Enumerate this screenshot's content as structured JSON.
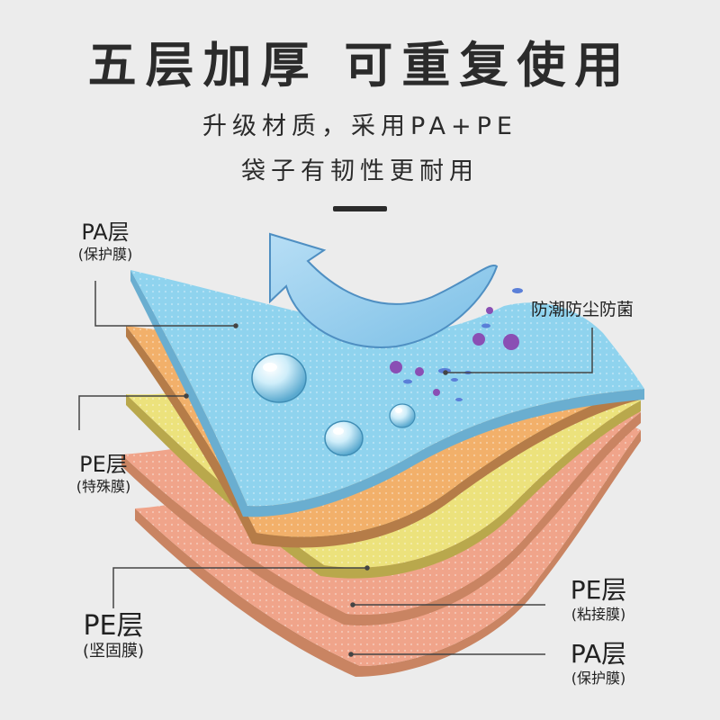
{
  "headline": "五层加厚 可重复使用",
  "subtitle_line1": "升级材质，采用PA+PE",
  "subtitle_line2": "袋子有韧性更耐用",
  "labels": {
    "top_pa": {
      "title": "PA层",
      "sub": "(保护膜)"
    },
    "pe_special": {
      "title": "PE层",
      "sub": "(特殊膜)"
    },
    "pe_firm": {
      "title": "PE层",
      "sub": "(坚固膜)"
    },
    "pe_adhesive": {
      "title": "PE层",
      "sub": "(粘接膜)"
    },
    "bottom_pa": {
      "title": "PA层",
      "sub": "(保护膜)"
    },
    "protection": "防潮防尘防菌"
  },
  "colors": {
    "background": "#ececec",
    "layer_blue": "#8fd3ee",
    "layer_orange": "#f2b06a",
    "layer_yellow": "#ece27c",
    "layer_pink": "#f0a48a",
    "arrow": "#a9d7f2",
    "virus": "#8a4fb4"
  }
}
